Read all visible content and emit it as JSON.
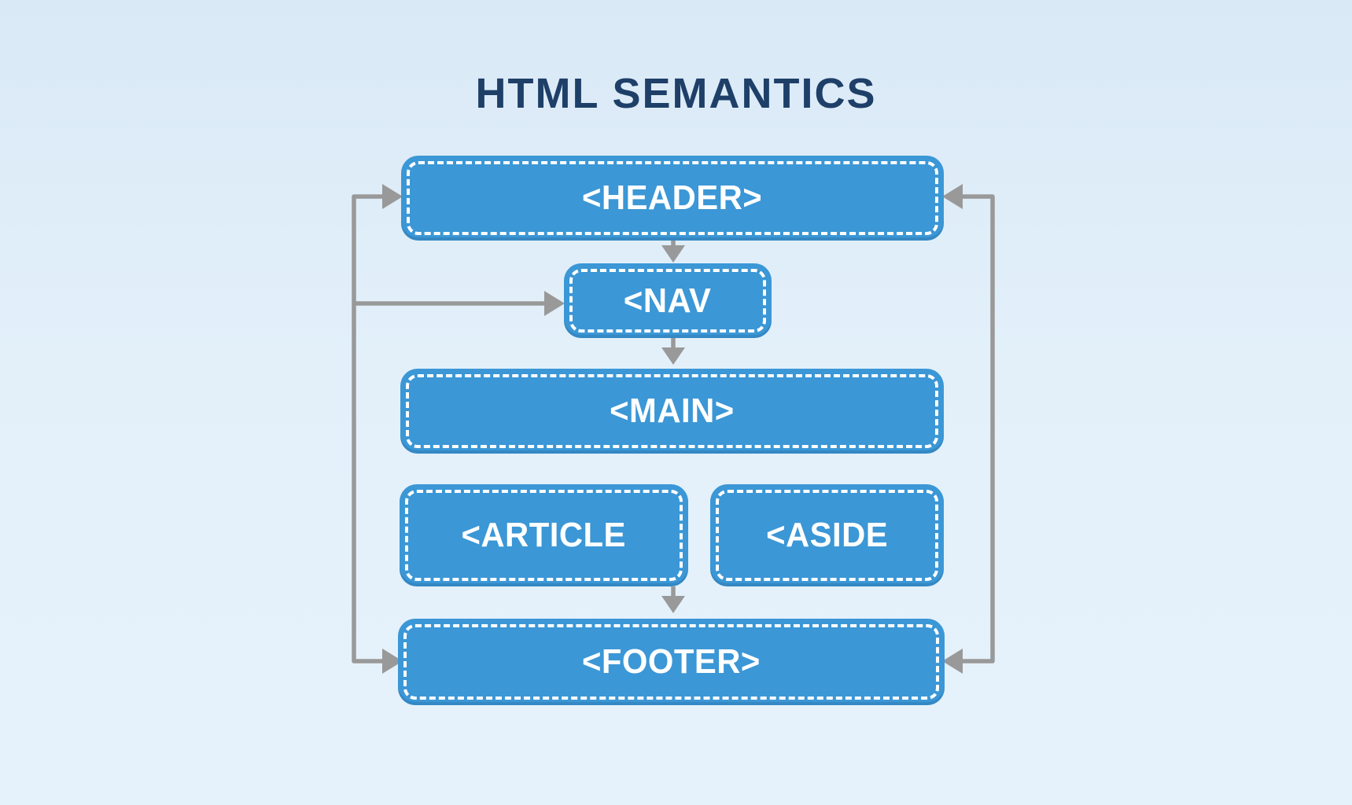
{
  "diagram": {
    "title": "HTML SEMANTICS",
    "nodes": [
      {
        "id": "header",
        "label": "<HEADER>"
      },
      {
        "id": "nav",
        "label": "<NAV"
      },
      {
        "id": "main",
        "label": "<MAIN>"
      },
      {
        "id": "article",
        "label": "<ARTICLE"
      },
      {
        "id": "aside",
        "label": "<ASIDE"
      },
      {
        "id": "footer",
        "label": "<FOOTER>"
      }
    ],
    "connections": [
      {
        "name": "header-to-nav"
      },
      {
        "name": "nav-to-main"
      },
      {
        "name": "article-to-footer"
      },
      {
        "name": "left-loop-to-header"
      },
      {
        "name": "left-loop-to-nav"
      },
      {
        "name": "left-loop-to-footer"
      },
      {
        "name": "right-loop-to-header"
      },
      {
        "name": "right-loop-to-footer"
      }
    ],
    "colors": {
      "background_top": "#d9e9f6",
      "background_bottom": "#e6f2fb",
      "node_fill": "#3b97d6",
      "node_dashed_border": "#ffffff",
      "node_label": "#ffffff",
      "arrow": "#999999",
      "title": "#1e3f68"
    }
  }
}
